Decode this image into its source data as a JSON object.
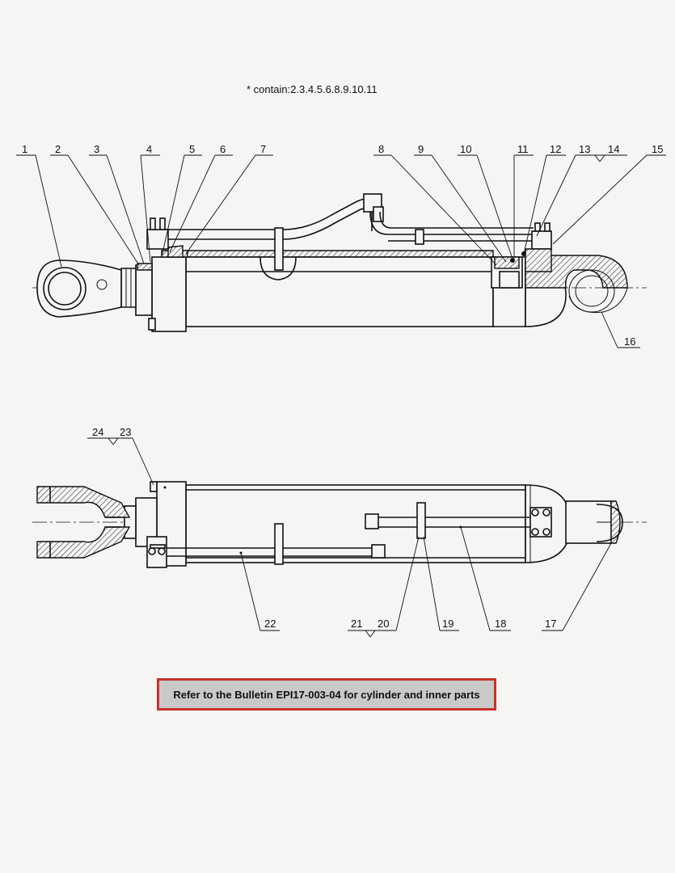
{
  "note": "* contain:2.3.4.5.6.8.9.10.11",
  "callouts_top": [
    "1",
    "2",
    "3",
    "4",
    "5",
    "6",
    "7",
    "8",
    "9",
    "10",
    "11",
    "12",
    "13",
    "14",
    "15",
    "16"
  ],
  "callouts_bottom": [
    "24",
    "23",
    "22",
    "21",
    "20",
    "19",
    "18",
    "17"
  ],
  "reference": "Refer to the Bulletin EPI17-003-04 for cylinder and inner parts",
  "colors": {
    "border": "#c8322a",
    "box_fill": "#c9c9c9",
    "background": "#f5f5f4"
  }
}
